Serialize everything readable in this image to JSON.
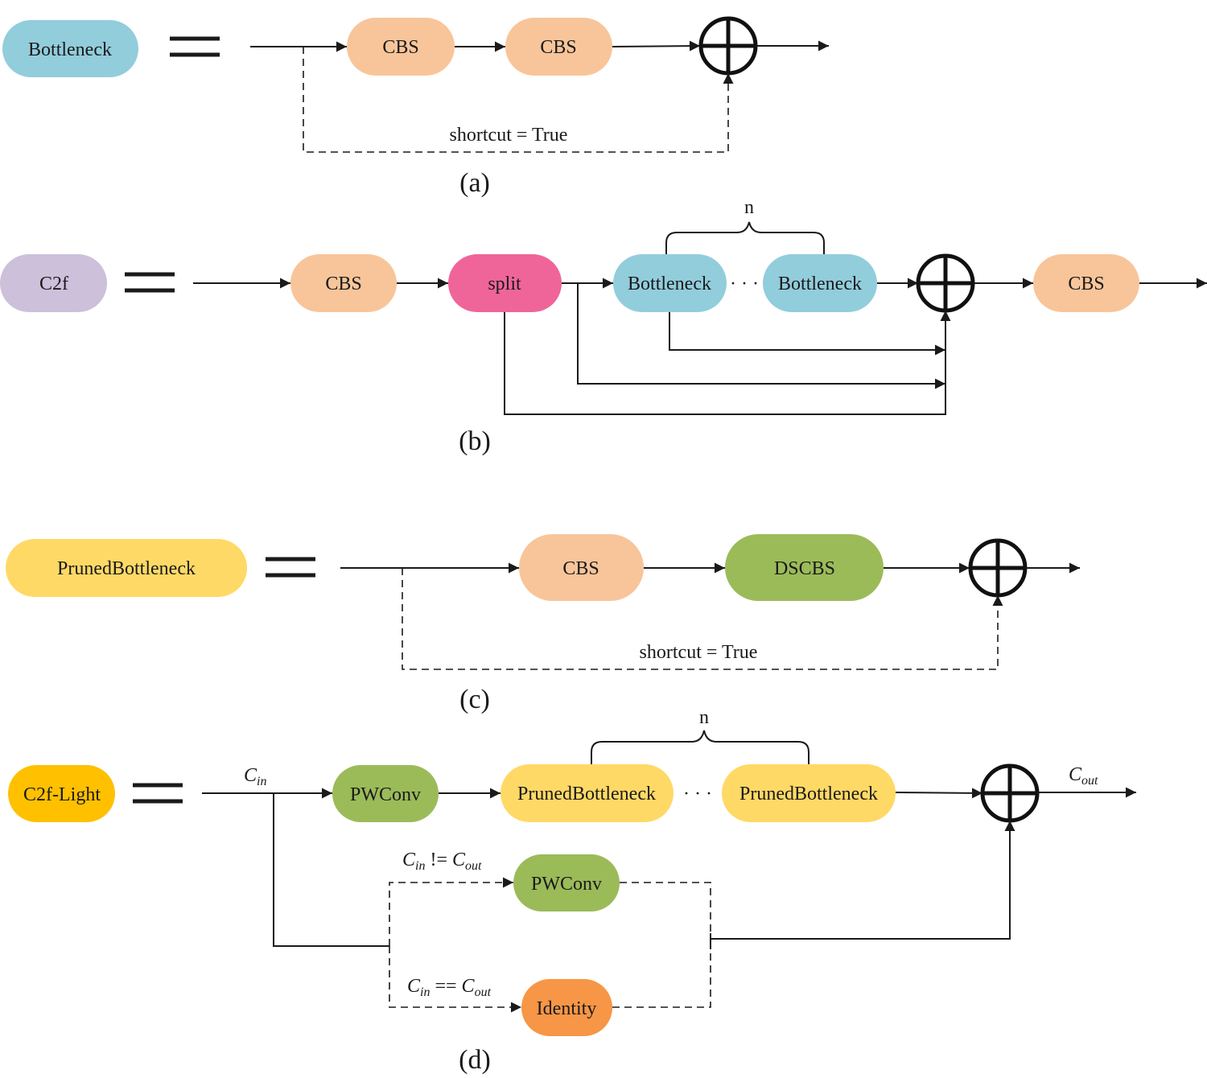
{
  "colors": {
    "bottleneck": "#92CDDC",
    "cbs": "#F8C59A",
    "c2f": "#CCC0DA",
    "split": "#EF6599",
    "pruned": "#FFD966",
    "dscbs": "#9BBB59",
    "c2f_light": "#FFC000",
    "pwconv": "#9BBB59",
    "identity": "#F79646",
    "line": "#1A1A1A"
  },
  "panel_a": {
    "module": "Bottleneck",
    "cbs1": "CBS",
    "cbs2": "CBS",
    "shortcut": "shortcut = True",
    "caption": "(a)"
  },
  "panel_b": {
    "module": "C2f",
    "cbs_in": "CBS",
    "split": "split",
    "bottleneck1": "Bottleneck",
    "dots": "· · ·",
    "bottleneck2": "Bottleneck",
    "n": "n",
    "cbs_out": "CBS",
    "caption": "(b)"
  },
  "panel_c": {
    "module": "PrunedBottleneck",
    "cbs": "CBS",
    "dscbs": "DSCBS",
    "shortcut": "shortcut = True",
    "caption": "(c)"
  },
  "panel_d": {
    "module": "C2f-Light",
    "c_in_label": "C",
    "c_in_sub": "in",
    "pwconv1": "PWConv",
    "pruned1": "PrunedBottleneck",
    "dots": "· · ·",
    "pruned2": "PrunedBottleneck",
    "n": "n",
    "c_out_label": "C",
    "c_out_sub": "out",
    "cond_neq_c": "C",
    "cond_neq_in": "in",
    "cond_neq_op": " != ",
    "cond_neq_c2": "C",
    "cond_neq_out": "out",
    "pwconv2": "PWConv",
    "cond_eq_c": "C",
    "cond_eq_in": "in",
    "cond_eq_op": " == ",
    "cond_eq_c2": "C",
    "cond_eq_out": "out",
    "identity": "Identity",
    "caption": "(d)"
  }
}
